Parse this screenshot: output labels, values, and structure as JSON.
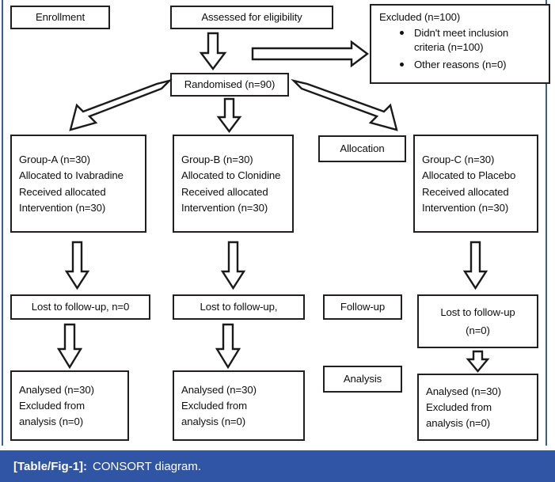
{
  "figure": {
    "caption_tag": "[Table/Fig-1]:",
    "caption_text": "CONSORT diagram.",
    "caption_bar_color": "#2f55a4",
    "box_border_color": "#231f20",
    "edge_rule_color": "#3a5f96"
  },
  "stage_labels": {
    "enrollment": "Enrollment",
    "allocation": "Allocation",
    "followup": "Follow-up",
    "analysis": "Analysis"
  },
  "enrollment": {
    "assessed": "Assessed for eligibility",
    "randomised": "Randomised (n=90)",
    "excluded": {
      "heading": "Excluded (n=100)",
      "reasons": [
        "Didn't meet inclusion criteria (n=100)",
        "Other reasons (n=0)"
      ]
    }
  },
  "allocation": {
    "group_a": {
      "line1": "Group-A (n=30)",
      "line2": "Allocated to Ivabradine",
      "line3": "Received allocated",
      "line4": "Intervention (n=30)"
    },
    "group_b": {
      "line1": "Group-B (n=30)",
      "line2": "Allocated to Clonidine",
      "line3": "Received allocated",
      "line4": "Intervention (n=30)"
    },
    "group_c": {
      "line1": "Group-C (n=30)",
      "line2": "Allocated to Placebo",
      "line3": "Received allocated",
      "line4": "Intervention (n=30)"
    }
  },
  "followup": {
    "group_a": {
      "line1": "Lost to follow-up, n=0"
    },
    "group_b": {
      "line1": "Lost to follow-up,"
    },
    "group_c": {
      "line1": "Lost to follow-up",
      "line2": "(n=0)"
    }
  },
  "analysis": {
    "group_a": {
      "line1": "Analysed (n=30)",
      "line2": "Excluded from",
      "line3": "analysis (n=0)"
    },
    "group_b": {
      "line1": "Analysed (n=30)",
      "line2": "Excluded from",
      "line3": "analysis (n=0)"
    },
    "group_c": {
      "line1": "Analysed (n=30)",
      "line2": "Excluded from",
      "line3": "analysis (n=0)"
    }
  }
}
